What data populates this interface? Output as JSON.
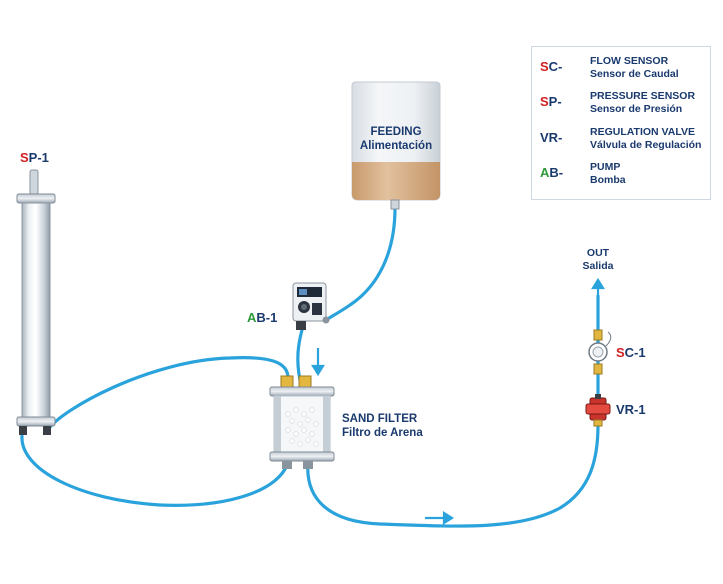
{
  "legend": {
    "items": [
      {
        "code_initial": "S",
        "code_rest": "C-",
        "initial_color": "#d42020",
        "line1": "FLOW SENSOR",
        "line2": "Sensor de Caudal"
      },
      {
        "code_initial": "S",
        "code_rest": "P-",
        "initial_color": "#d42020",
        "line1": "PRESSURE SENSOR",
        "line2": "Sensor de Presión"
      },
      {
        "code_initial": "V",
        "code_rest": "R-",
        "initial_color": "#1a3a6e",
        "line1": "REGULATION VALVE",
        "line2": "Válvula de Regulación"
      },
      {
        "code_initial": "A",
        "code_rest": "B-",
        "initial_color": "#2e9a3a",
        "line1": "PUMP",
        "line2": "Bomba"
      }
    ]
  },
  "labels": {
    "feeding_en": "FEEDING",
    "feeding_es": "Alimentación",
    "sand_filter_en": "SAND FILTER",
    "sand_filter_es": "Filtro de Arena",
    "out_en": "OUT",
    "out_es": "Salida"
  },
  "components": {
    "sp1": {
      "initial": "S",
      "rest": "P-1",
      "initial_color": "#d42020"
    },
    "ab1": {
      "initial": "A",
      "rest": "B-1",
      "initial_color": "#2e9a3a"
    },
    "sc1": {
      "initial": "S",
      "rest": "C-1",
      "initial_color": "#d42020"
    },
    "vr1": {
      "initial": "V",
      "rest": "R-1",
      "initial_color": "#1a3a6e"
    }
  },
  "colors": {
    "pipe": "#2aa3dc",
    "text": "#1a3a6e",
    "feed_liquid": "#d9b48c"
  }
}
